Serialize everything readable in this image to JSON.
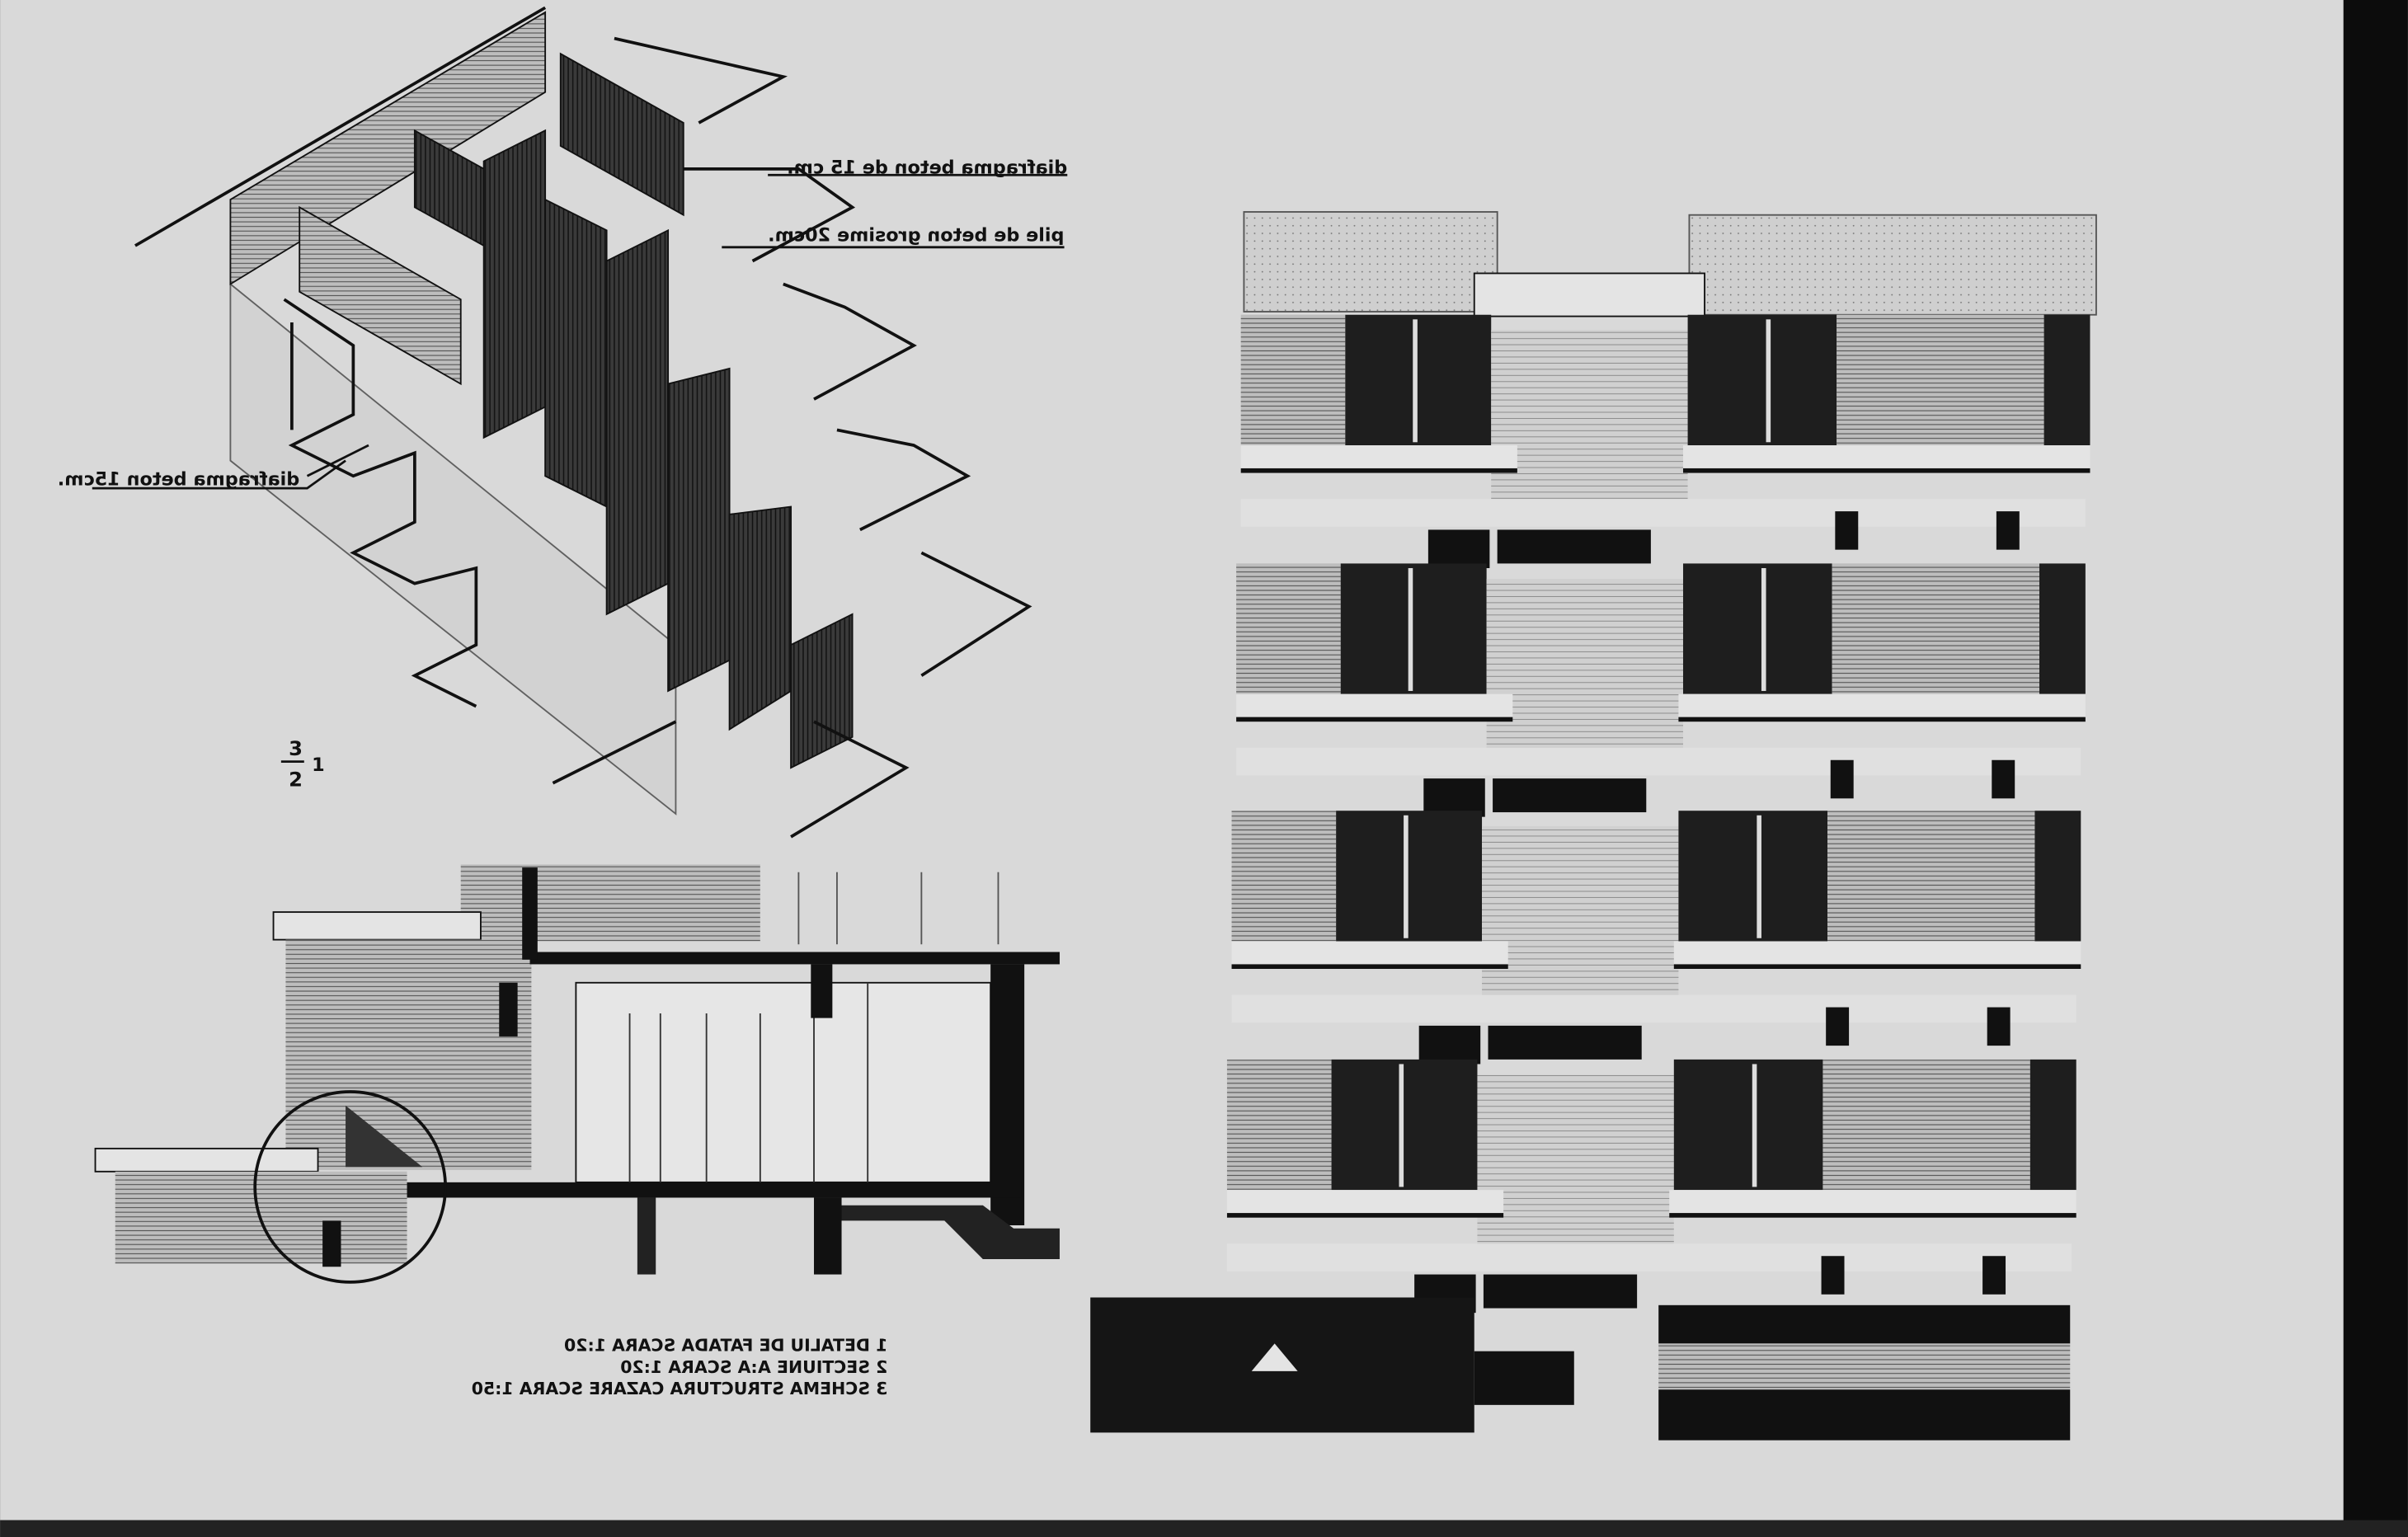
{
  "labels": {
    "diaphragm_15": "diafragma beton de 15 cm.",
    "pile_20": "pile de beton grosime 20cm.",
    "diaphragm_left": "diafragma beton 15cm."
  },
  "fraction": {
    "top": "3",
    "left": "1",
    "bottom": "2"
  },
  "legend": [
    "1 DETALIU DE FATADA   SCARA 1:20",
    "2 SECTIUNE A:A  SCARA 1:20",
    "3 SCHEMA STRUCTURA CAZARE SCARA 1:50"
  ],
  "colors": {
    "paper": "#d9d9d9",
    "ink": "#111111",
    "edge": "#0c0c0c"
  }
}
